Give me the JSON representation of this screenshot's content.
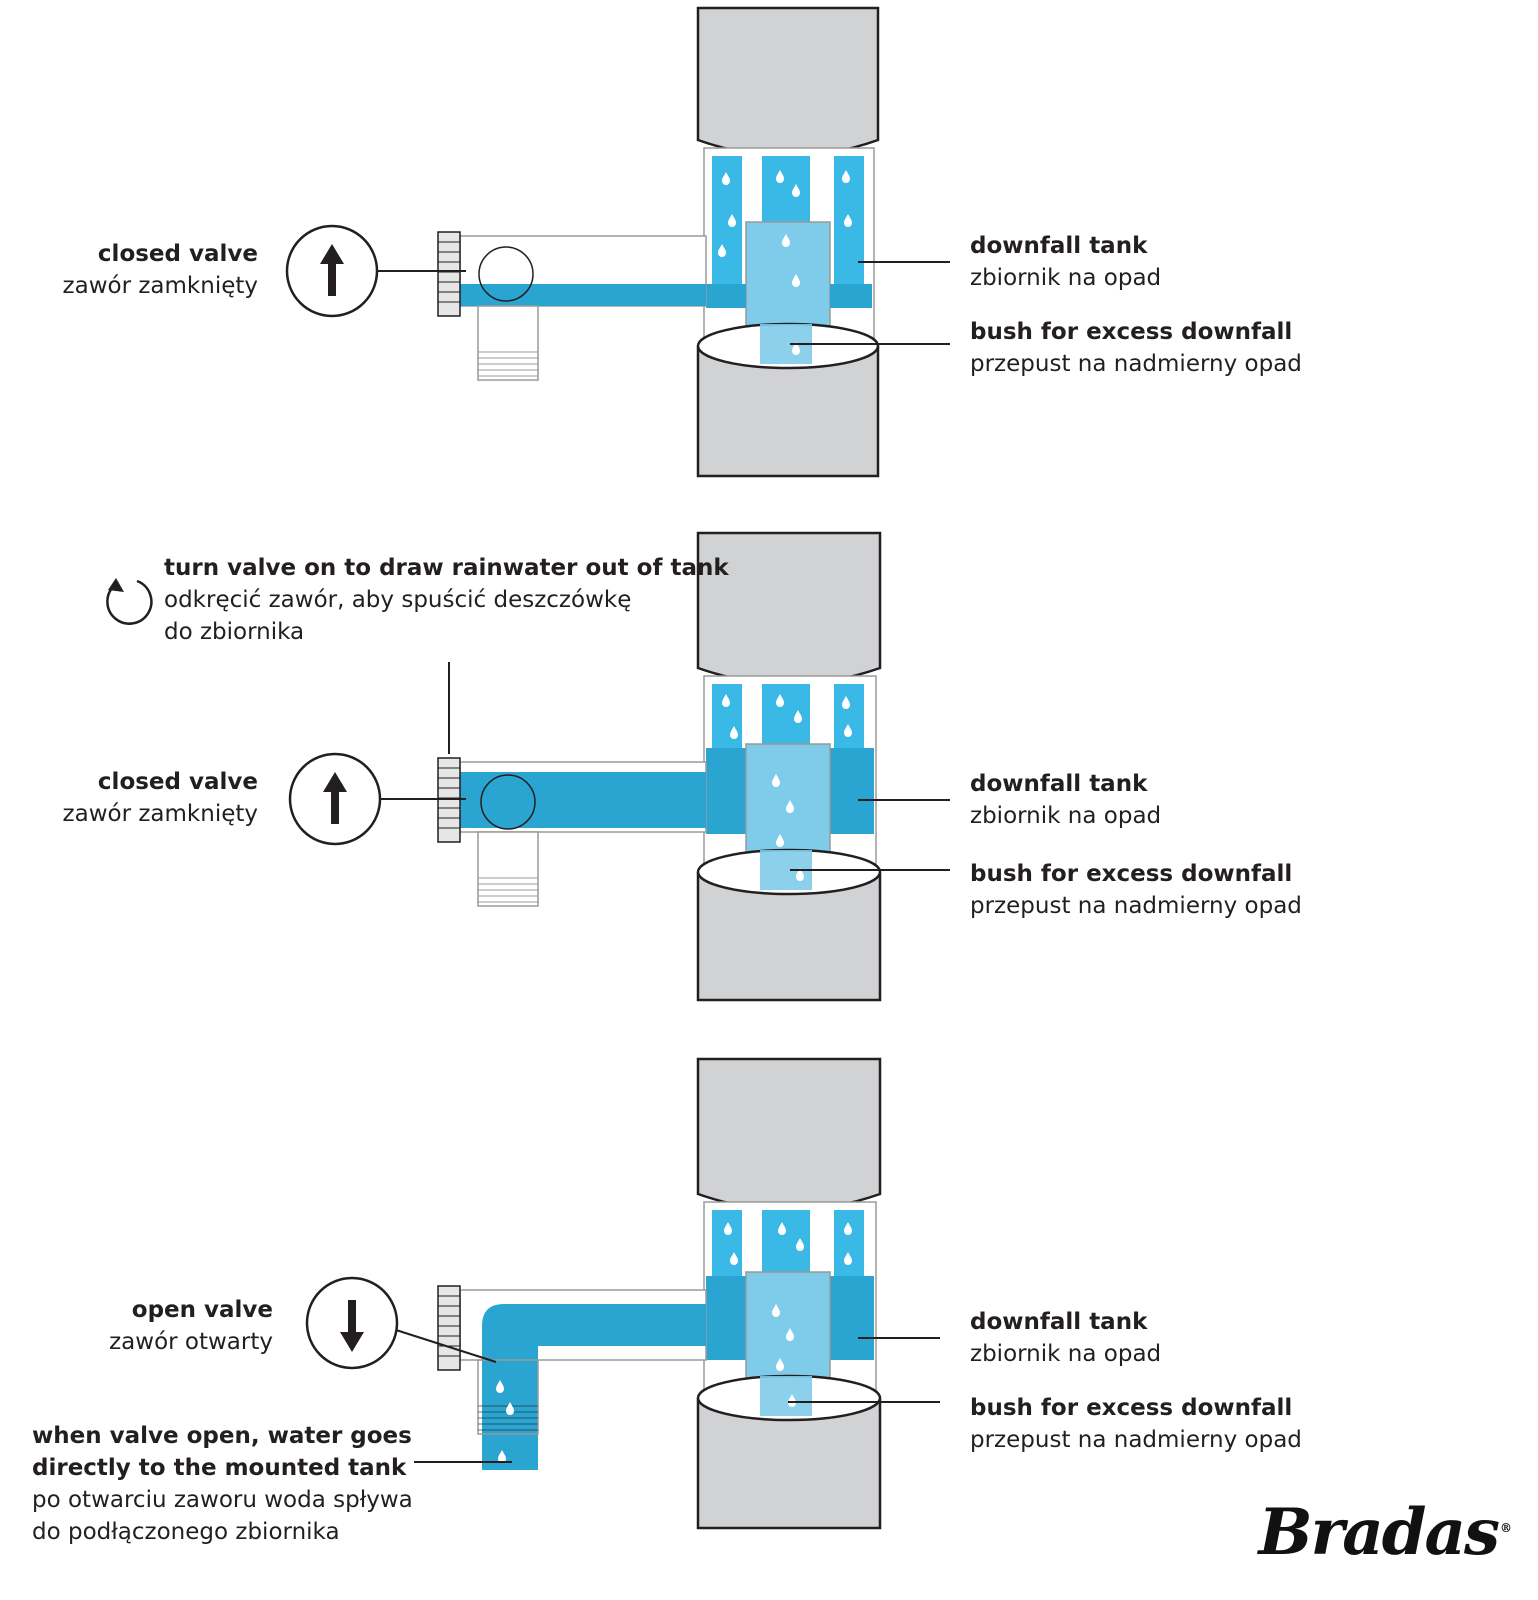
{
  "panels": [
    {
      "valve_label": "closed valve",
      "valve_label_pl": "zawór zamknięty",
      "tank_label": "downfall tank",
      "tank_label_pl": "zbiornik na opad",
      "bush_label": "bush for excess downfall",
      "bush_label_pl": "przepust na nadmierny opad",
      "valve_state": "closed",
      "arrow_icon": "arrow-up-icon"
    },
    {
      "turn_label": "turn valve on to draw rainwater out of tank",
      "turn_label_pl_1": "odkręcić zawór, aby spuścić deszczówkę",
      "turn_label_pl_2": "do zbiornika",
      "turn_icon": "rotate-ccw-icon",
      "valve_label": "closed valve",
      "valve_label_pl": "zawór zamknięty",
      "tank_label": "downfall tank",
      "tank_label_pl": "zbiornik na opad",
      "bush_label": "bush for excess downfall",
      "bush_label_pl": "przepust na nadmierny opad",
      "valve_state": "closed",
      "arrow_icon": "arrow-up-icon"
    },
    {
      "valve_label": "open valve",
      "valve_label_pl": "zawór otwarty",
      "tank_label": "downfall tank",
      "tank_label_pl": "zbiornik na opad",
      "bush_label": "bush for excess downfall",
      "bush_label_pl": "przepust na nadmierny opad",
      "outlet_label_1": "when valve open, water goes",
      "outlet_label_2": "directly to the mounted tank",
      "outlet_label_pl_1": "po otwarciu zaworu woda spływa",
      "outlet_label_pl_2": "do podłączonego zbiornika",
      "valve_state": "open",
      "arrow_icon": "arrow-down-icon"
    }
  ],
  "brand": "Bradas",
  "brand_mark": "®",
  "colors": {
    "pipe_grey": "#d1d2d4",
    "water_dark": "#2aa5d2",
    "water_light": "#7fcbea",
    "water_mid": "#3bb9e6",
    "outline": "#231f20"
  }
}
